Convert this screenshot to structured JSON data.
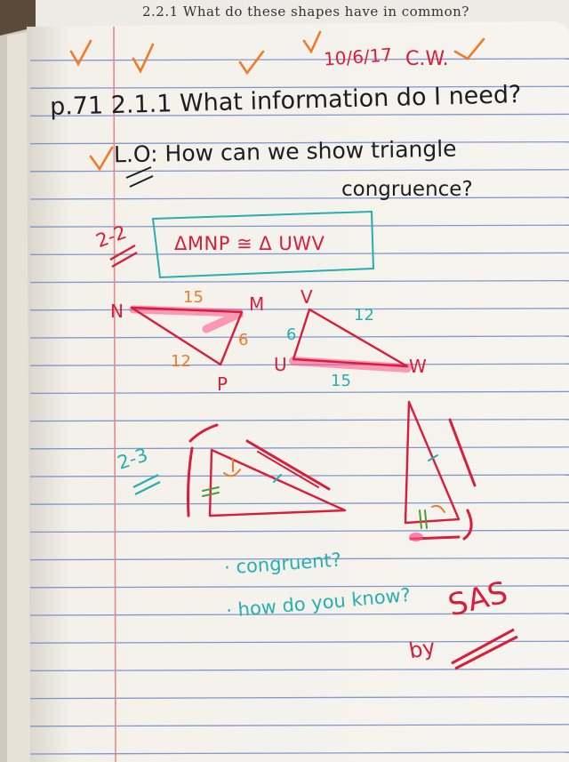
{
  "colors": {
    "paper": "#f5f3ec",
    "rule_blue": "#6f86c4",
    "margin_red": "#e58a8a",
    "ink_black": "#1e1e22",
    "ink_red": "#d81e3a",
    "ink_orange": "#f07a2a",
    "ink_teal": "#27aeb0",
    "highlighter_pink": "#ff4f8b"
  },
  "top_book": {
    "text": "2.2.1  What do these shapes have in common?"
  },
  "notes": {
    "date": "10/6/17",
    "cw": "C.W.",
    "title": "p.71  2.1.1 What information do I need?",
    "lo_line1": "L.O: How can we show triangle",
    "lo_line2": "congruence?",
    "problem_2_2": "2-2",
    "congruence_statement": "ΔMNP ≅ Δ UWV",
    "problem_2_3": "2-3",
    "bullet1": "· congruent?",
    "bullet2": "· how do you know?",
    "answer": "SAS",
    "answer_prefix": "by"
  },
  "triangle_mnp": {
    "vertices": [
      "N",
      "M",
      "P"
    ],
    "sides": [
      "15",
      "6",
      "12"
    ]
  },
  "triangle_uwv": {
    "vertices": [
      "V",
      "U",
      "W"
    ],
    "sides": [
      "12",
      "6",
      "15"
    ]
  }
}
